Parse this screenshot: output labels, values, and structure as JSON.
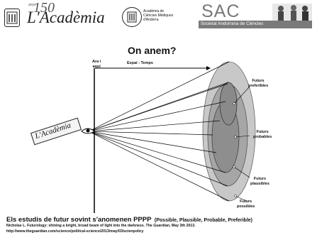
{
  "header": {
    "anniversary_number": "150",
    "anniversary_word": "anys",
    "academia_script": "L'Acadèmia",
    "acad_med_lines": [
      "Acadèmia de",
      "Ciències Mèdiques",
      "d'Andorra"
    ],
    "sac_title": "SAC",
    "sac_subtitle": "Societat Andorrana de Ciències"
  },
  "slide": {
    "title": "On anem?",
    "ara_label": "Ara i",
    "ara_label2": "aquí",
    "espai_temps": "Espai - Temps",
    "eye_sign": "L'Acadèmia",
    "futures": {
      "preferibles": [
        "Futurs",
        "preferibles"
      ],
      "probables": [
        "Futurs",
        "probables"
      ],
      "plausibles": [
        "Futurs",
        "plausibles"
      ],
      "possibles": [
        "Futurs",
        "possibles"
      ]
    },
    "caption_main": "Els estudis de futur sovint s'anomenen PPPP",
    "caption_paren": "(Possible, Plausible, Probable, Preferible)",
    "citation_line1": "Nicholas L. Futurology: shining a bright, broad beam of light into the darkness. The Guardian, May 3th 2013.",
    "citation_line2": "http://www.theguardian.com/science/political-science/2013/may/03/scienpolicy"
  },
  "colors": {
    "outer_cone": "#c8c8c8",
    "mid_cone": "#a6a6a6",
    "inner_cone": "#8e8e8e",
    "sac_bg": "#7a7a7a"
  }
}
